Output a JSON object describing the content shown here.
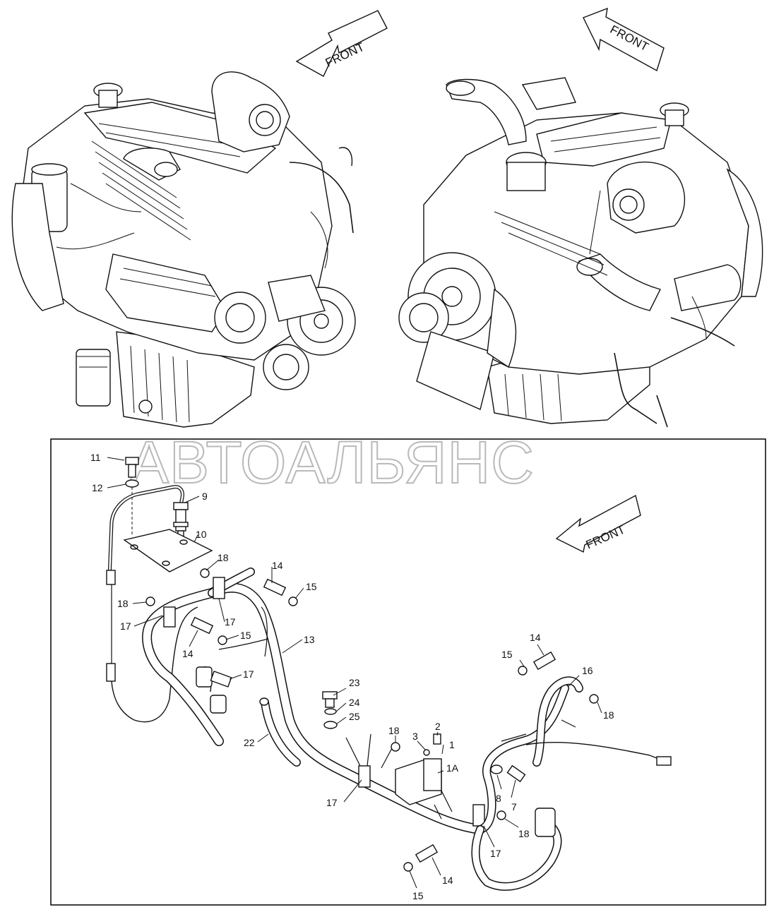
{
  "watermark": "АВТОАЛЬЯНС",
  "front_arrows": [
    {
      "label": "FRONT"
    },
    {
      "label": "FRONT"
    },
    {
      "label": "FRONT"
    }
  ],
  "callouts": [
    {
      "id": "c11",
      "text": "11"
    },
    {
      "id": "c12",
      "text": "12"
    },
    {
      "id": "c9",
      "text": "9"
    },
    {
      "id": "c10",
      "text": "10"
    },
    {
      "id": "c18a",
      "text": "18"
    },
    {
      "id": "c14a",
      "text": "14"
    },
    {
      "id": "c15a",
      "text": "15"
    },
    {
      "id": "c18b",
      "text": "18"
    },
    {
      "id": "c17a",
      "text": "17"
    },
    {
      "id": "c17b",
      "text": "17"
    },
    {
      "id": "c15b",
      "text": "15"
    },
    {
      "id": "c14b",
      "text": "14"
    },
    {
      "id": "c13",
      "text": "13"
    },
    {
      "id": "c17c",
      "text": "17"
    },
    {
      "id": "c23",
      "text": "23"
    },
    {
      "id": "c24",
      "text": "24"
    },
    {
      "id": "c25",
      "text": "25"
    },
    {
      "id": "c22",
      "text": "22"
    },
    {
      "id": "c18c",
      "text": "18"
    },
    {
      "id": "c3",
      "text": "3"
    },
    {
      "id": "c2",
      "text": "2"
    },
    {
      "id": "c1",
      "text": "1"
    },
    {
      "id": "c1A",
      "text": "1A"
    },
    {
      "id": "c17d",
      "text": "17"
    },
    {
      "id": "c14c",
      "text": "14"
    },
    {
      "id": "c15c",
      "text": "15"
    },
    {
      "id": "c16",
      "text": "16"
    },
    {
      "id": "c18d",
      "text": "18"
    },
    {
      "id": "c8",
      "text": "8"
    },
    {
      "id": "c7",
      "text": "7"
    },
    {
      "id": "c18e",
      "text": "18"
    },
    {
      "id": "c17e",
      "text": "17"
    },
    {
      "id": "c14d",
      "text": "14"
    },
    {
      "id": "c15d",
      "text": "15"
    }
  ]
}
